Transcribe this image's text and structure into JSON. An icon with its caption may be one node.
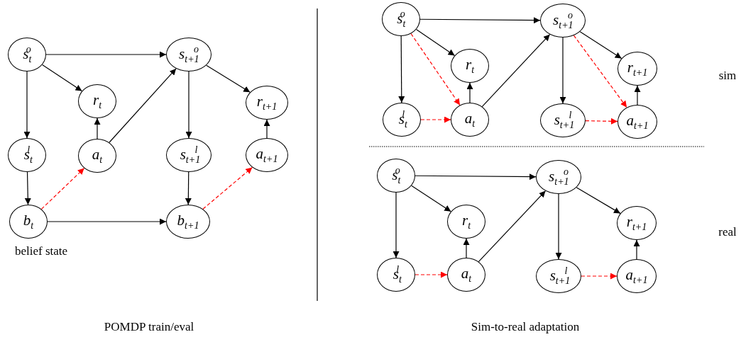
{
  "diagram": {
    "nodes": [
      {
        "text": [
          "s$_{t}$$^{o}$"
        ]
      },
      {
        "text": [
          "r$_{t}$"
        ]
      },
      {
        "text": [
          "s$_{t+1}$$^{o}$"
        ]
      },
      {
        "text": [
          "r$_{t+1}$"
        ]
      },
      {
        "text": [
          "s$_{t}$$^{l}$"
        ]
      },
      {
        "text": [
          "a$_{t}$"
        ]
      },
      {
        "text": [
          "s$_{t+1}$$^{l}$"
        ]
      },
      {
        "text": [
          "a$_{t+1}$"
        ]
      },
      {
        "text": [
          "b$_{t}$"
        ],
        "beside": [
          "belief state"
        ]
      },
      {
        "text": [
          "b$_{t+1}$"
        ]
      },
      {
        "text": [
          "s$_{t}$$^{o}$"
        ]
      },
      {
        "text": [
          "r$_{t}$"
        ]
      },
      {
        "text": [
          "s$_{t+1}$$^{o}$"
        ]
      },
      {
        "text": [
          "r$_{t+1}$"
        ]
      },
      {
        "text": [
          "s$_{t}$$^{l}$"
        ]
      },
      {
        "text": [
          "a$_{t}$"
        ]
      },
      {
        "text": [
          "s$_{t+1}$$^{l}$"
        ]
      },
      {
        "text": [
          "a$_{t+1}$"
        ]
      },
      {
        "text": [
          "s$_{t}$$^{o}$"
        ]
      },
      {
        "text": [
          "r$_{t}$"
        ]
      },
      {
        "text": [
          "s$_{t+1}$$^{o}$"
        ]
      },
      {
        "text": [
          "r$_{t+1}$"
        ]
      },
      {
        "text": [
          "s$_{t}$$^{l}$"
        ]
      },
      {
        "text": [
          "a$_{t}$"
        ]
      },
      {
        "text": [
          "s$_{t+1}$$^{l}$"
        ]
      },
      {
        "text": [
          "a$_{t+1}$"
        ]
      }
    ],
    "edges": [
      {
        "from": 0,
        "to": 2,
        "arrow": "to"
      },
      {
        "from": 0,
        "to": 1,
        "arrow": "to"
      },
      {
        "from": 0,
        "to": 4,
        "arrow": "to"
      },
      {
        "from": 5,
        "to": 1,
        "arrow": "to"
      },
      {
        "from": 5,
        "to": 2,
        "arrow": "to"
      },
      {
        "from": 4,
        "to": 8,
        "arrow": "to"
      },
      {
        "from": 8,
        "to": 5,
        "arrow": "to",
        "style": "dashed",
        "color": "#ff0000"
      },
      {
        "from": 8,
        "to": 9,
        "arrow": "to"
      },
      {
        "from": 2,
        "to": 3,
        "arrow": "to"
      },
      {
        "from": 2,
        "to": 6,
        "arrow": "to"
      },
      {
        "from": 6,
        "to": 9,
        "arrow": "to"
      },
      {
        "from": 7,
        "to": 3,
        "arrow": "to"
      },
      {
        "from": 9,
        "to": 7,
        "arrow": "to",
        "style": "dashed",
        "color": "#ff0000"
      },
      {
        "from": 10,
        "to": 12,
        "arrow": "to"
      },
      {
        "from": 10,
        "to": 11,
        "arrow": "to"
      },
      {
        "from": 10,
        "to": 14,
        "arrow": "to"
      },
      {
        "from": 10,
        "to": 15,
        "arrow": "to",
        "style": "dashed",
        "color": "#ff0000"
      },
      {
        "from": 14,
        "to": 15,
        "arrow": "to",
        "style": "dashed",
        "color": "#ff0000"
      },
      {
        "from": 15,
        "to": 11,
        "arrow": "to"
      },
      {
        "from": 15,
        "to": 12,
        "arrow": "to"
      },
      {
        "from": 12,
        "to": 13,
        "arrow": "to"
      },
      {
        "from": 12,
        "to": 16,
        "arrow": "to"
      },
      {
        "from": 12,
        "to": 17,
        "arrow": "to",
        "style": "dashed",
        "color": "#ff0000"
      },
      {
        "from": 16,
        "to": 17,
        "arrow": "to",
        "style": "dashed",
        "color": "#ff0000"
      },
      {
        "from": 17,
        "to": 13,
        "arrow": "to"
      },
      {
        "from": 18,
        "to": 20,
        "arrow": "to"
      },
      {
        "from": 18,
        "to": 19,
        "arrow": "to"
      },
      {
        "from": 18,
        "to": 22,
        "arrow": "to"
      },
      {
        "from": 22,
        "to": 23,
        "arrow": "to",
        "style": "dashed",
        "color": "#ff0000"
      },
      {
        "from": 23,
        "to": 19,
        "arrow": "to"
      },
      {
        "from": 23,
        "to": 20,
        "arrow": "to"
      },
      {
        "from": 20,
        "to": 21,
        "arrow": "to"
      },
      {
        "from": 20,
        "to": 24,
        "arrow": "to"
      },
      {
        "from": 24,
        "to": 25,
        "arrow": "to",
        "style": "dashed",
        "color": "#ff0000"
      },
      {
        "from": 25,
        "to": 21,
        "arrow": "to"
      }
    ],
    "labels": [
      "sim",
      "real",
      "POMDP train/eval",
      "Sim-to-real adaptation"
    ]
  }
}
